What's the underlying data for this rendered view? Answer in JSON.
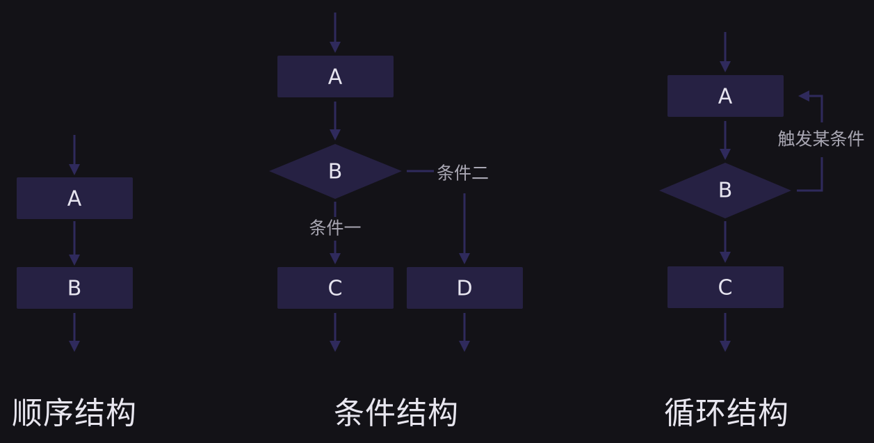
{
  "sequence": {
    "caption": "顺序结构",
    "node_a": "A",
    "node_b": "B"
  },
  "condition": {
    "caption": "条件结构",
    "node_a": "A",
    "node_b": "B",
    "node_c": "C",
    "node_d": "D",
    "branch_one_label": "条件一",
    "branch_two_label": "条件二"
  },
  "loop": {
    "caption": "循环结构",
    "node_a": "A",
    "node_b": "B",
    "node_c": "C",
    "loop_back_label": "触发某条件"
  },
  "colors": {
    "background": "#131217",
    "node_fill": "#262143",
    "edge": "#2f2a5c",
    "node_text": "#e6e4ef",
    "label_text": "#a9a7b3"
  }
}
